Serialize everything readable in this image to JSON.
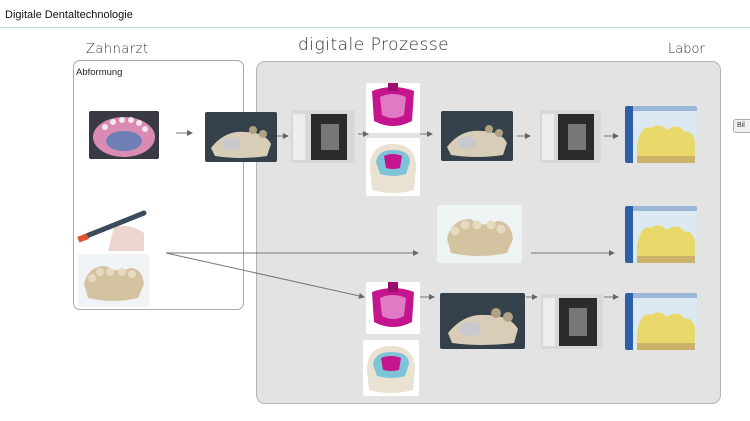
{
  "header": {
    "title": "Digitale Dentaltechnologie"
  },
  "labels": {
    "zahnarzt": "Zahnarzt",
    "prozesse": "digitale Prozesse",
    "labor": "Labor",
    "abformung": "Abformung"
  },
  "side_tab": {
    "label": "Bil"
  },
  "colors": {
    "labor_panel": "#e3e3e3",
    "tray_magenta": "#c4148e",
    "plaster": "#d8cdb6",
    "scanner_dark": "#2b2b2b",
    "software_blue": "#2e5fa8",
    "crown_yellow": "#e9d96a"
  }
}
